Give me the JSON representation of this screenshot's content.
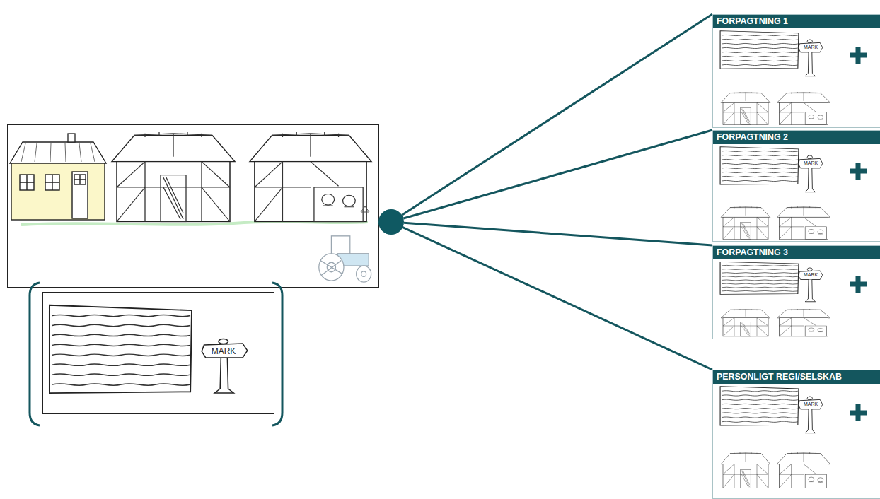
{
  "diagram": {
    "nodes": [
      {
        "text": []
      },
      {
        "text": [
          "FORPAGTNING 1"
        ]
      },
      {
        "text": [
          "FORPAGTNING 2"
        ]
      },
      {
        "text": [
          "FORPAGTNING 3"
        ]
      },
      {
        "text": [
          "PERSONLIGT REGI/SELSKAB"
        ]
      }
    ],
    "edges": [
      {
        "from": 0,
        "to": 1,
        "arrow": "none"
      },
      {
        "from": 0,
        "to": 2,
        "arrow": "none"
      },
      {
        "from": 0,
        "to": 3,
        "arrow": "none"
      },
      {
        "from": 0,
        "to": 4,
        "arrow": "none"
      }
    ],
    "labels": [
      "MARK",
      "MARK",
      "MARK",
      "MARK",
      "MARK"
    ]
  }
}
